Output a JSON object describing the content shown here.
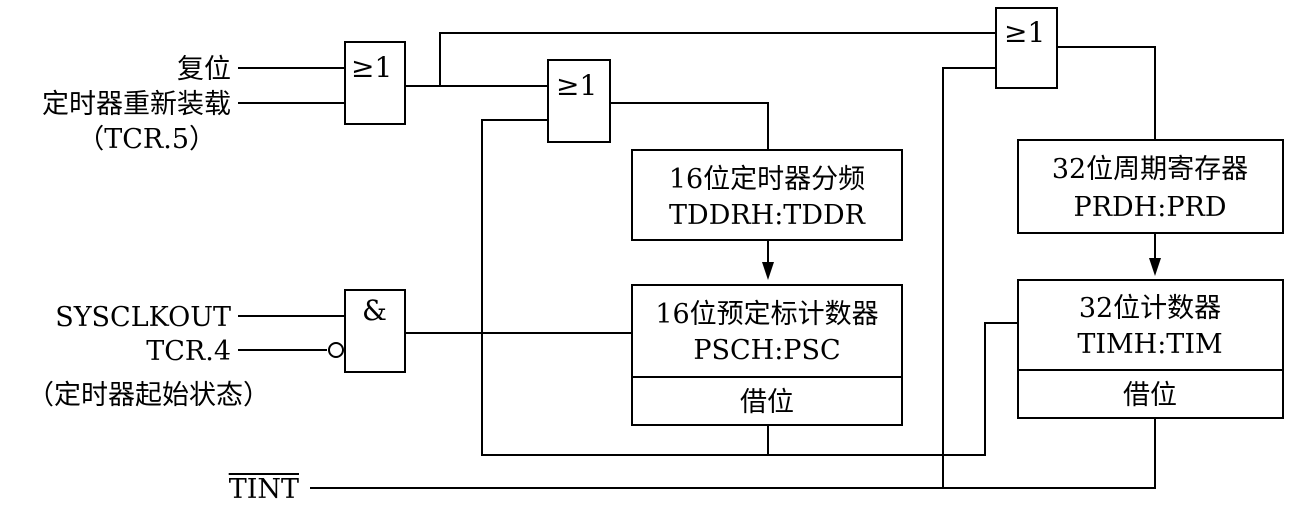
{
  "inputs": {
    "reset": "复位",
    "timer_reload": "定时器重新装载",
    "timer_reload_reg": "（TCR.5）",
    "sysclkout": "SYSCLKOUT",
    "tcr4": "TCR.4",
    "timer_start_state": "（定时器起始状态）",
    "tint": "TINT"
  },
  "gates": {
    "or_symbol": "≥1",
    "and_symbol": "&"
  },
  "blocks": {
    "prescale_divider": {
      "line1": "16位定时器分频",
      "line2": "TDDRH:TDDR"
    },
    "prescale_counter": {
      "line1": "16位预定标计数器",
      "line2": "PSCH:PSC",
      "borrow": "借位"
    },
    "period_register": {
      "line1": "32位周期寄存器",
      "line2": "PRDH:PRD"
    },
    "counter": {
      "line1": "32位计数器",
      "line2": "TIMH:TIM",
      "borrow": "借位"
    }
  }
}
